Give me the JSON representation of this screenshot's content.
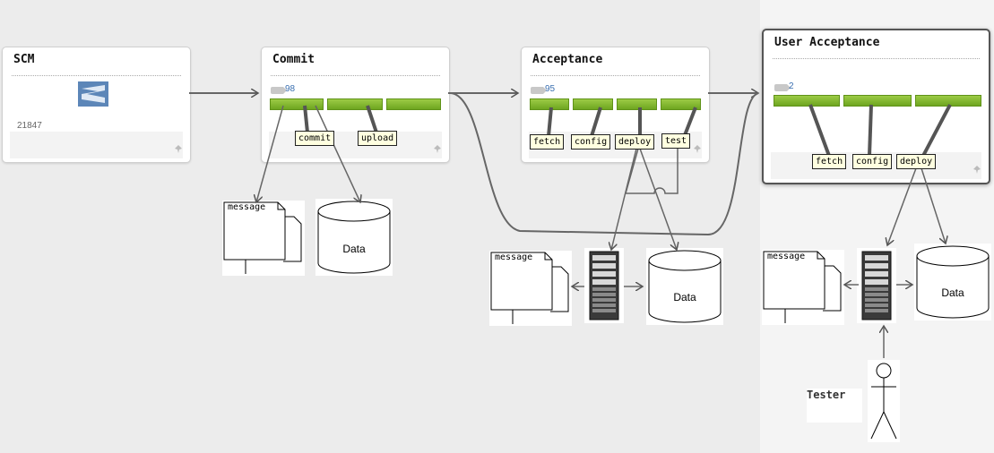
{
  "stages": {
    "scm": {
      "title": "SCM",
      "revision": "21847"
    },
    "commit": {
      "title": "Commit",
      "build": "98",
      "steps": [
        "commit",
        "upload"
      ]
    },
    "acceptance": {
      "title": "Acceptance",
      "build": "95",
      "steps": [
        "fetch",
        "config",
        "deploy",
        "test"
      ]
    },
    "user_acceptance": {
      "title": "User Acceptance",
      "build": "2",
      "steps": [
        "fetch",
        "config",
        "deploy"
      ]
    }
  },
  "artifacts": {
    "commit_message": "message",
    "commit_data": "Data",
    "acc_message": "message",
    "acc_data": "Data",
    "ua_message": "message",
    "ua_data": "Data"
  },
  "actor": {
    "label": "Tester"
  },
  "icons": [
    "scm-logo-icon",
    "tag-icon",
    "pin-icon",
    "server-icon",
    "database-icon",
    "document-icon",
    "person-icon"
  ],
  "colors": {
    "bar_green": "#7ab32e",
    "build_blue": "#3a6fb0",
    "note_yellow": "#ffffe0"
  }
}
